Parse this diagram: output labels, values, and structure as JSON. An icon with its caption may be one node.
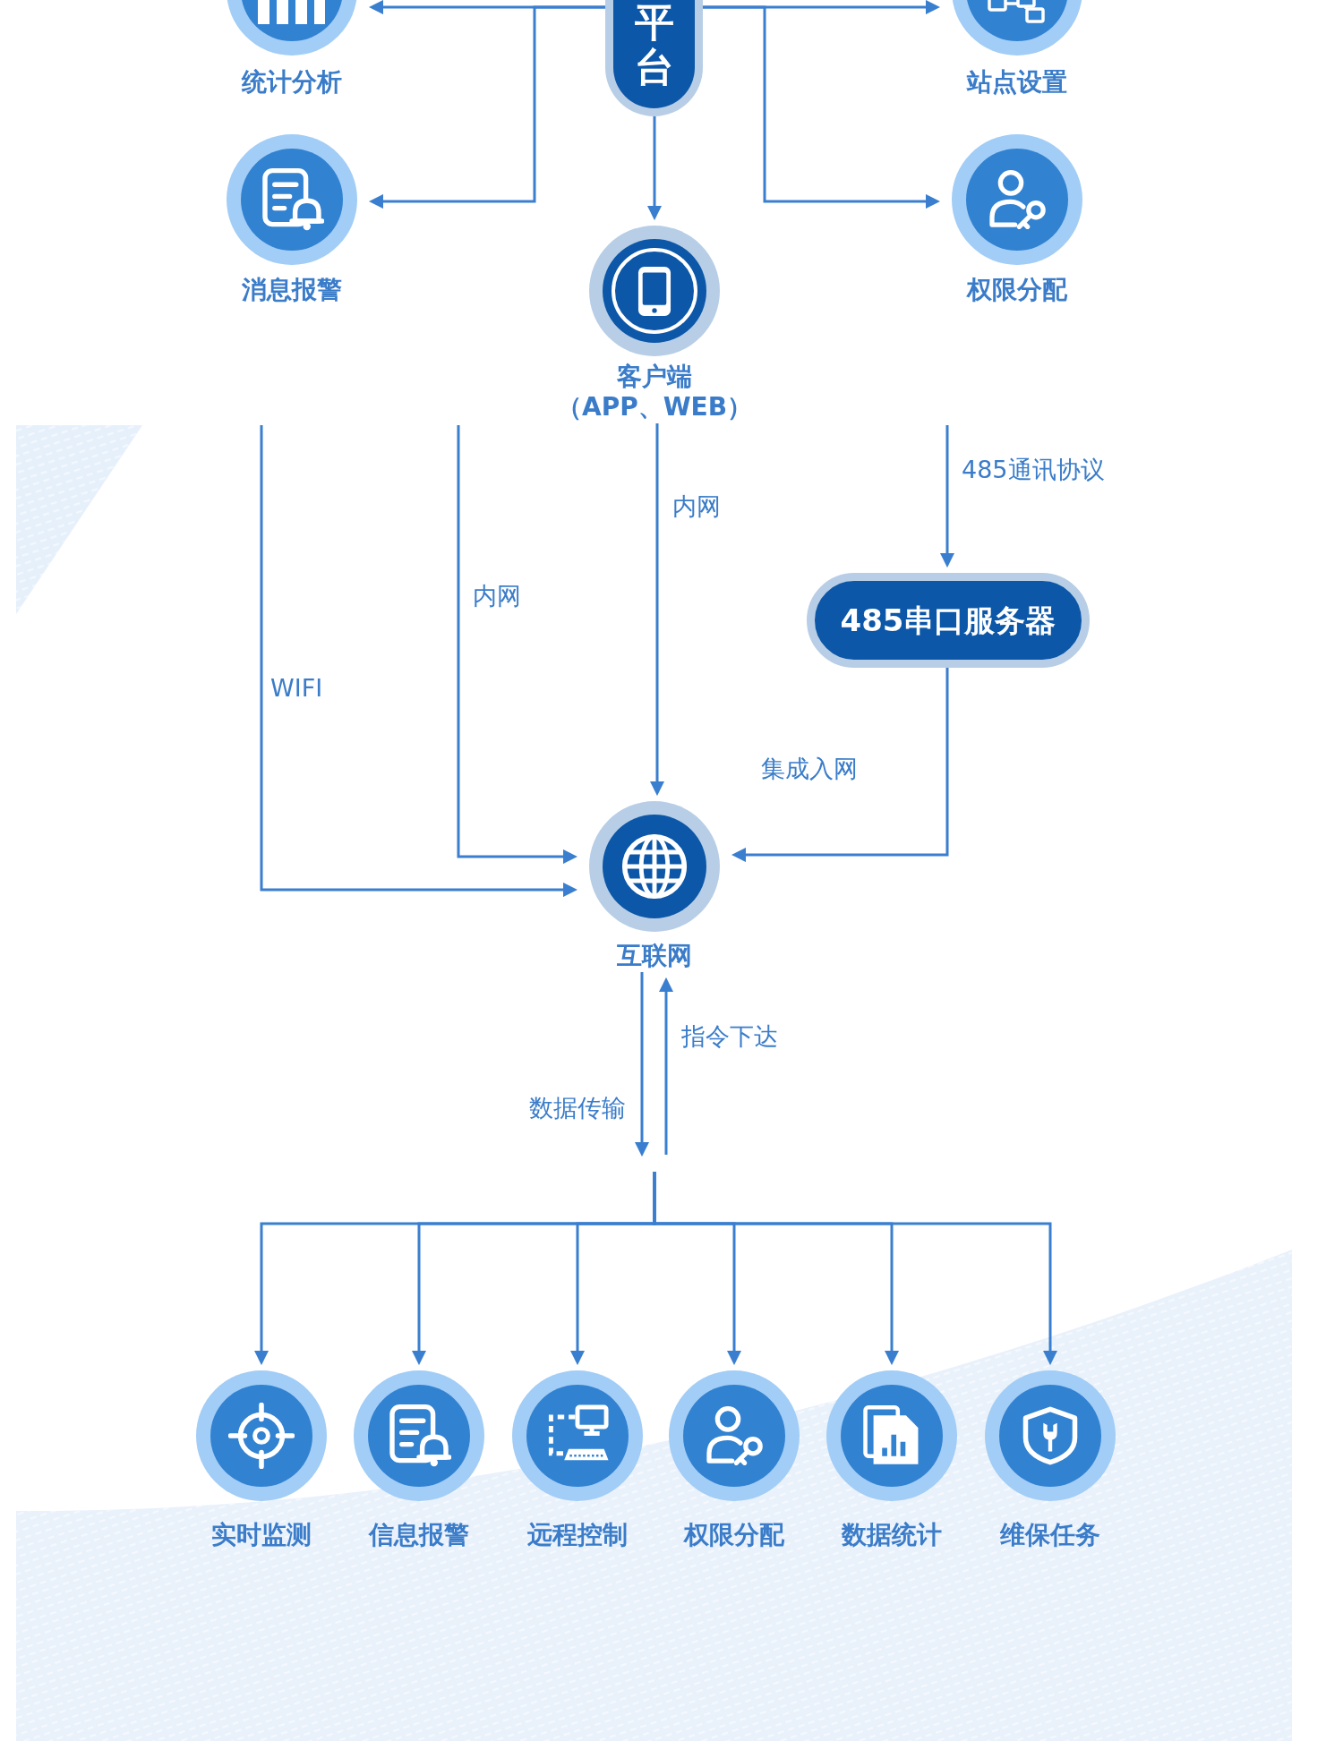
{
  "diagram": {
    "nodes": [
      {
        "text": [
          "平台"
        ]
      },
      {
        "text": [
          "统计分析"
        ]
      },
      {
        "text": [
          "站点设置"
        ]
      },
      {
        "text": [
          "消息报警"
        ]
      },
      {
        "text": [
          "权限分配"
        ]
      },
      {
        "text": [
          "客户端",
          "（APP、WEB）"
        ]
      },
      {
        "text": [
          "485串口服务器"
        ]
      },
      {
        "text": [
          "互联网"
        ]
      },
      {
        "text": [
          "实时监测"
        ]
      },
      {
        "text": [
          "信息报警"
        ]
      },
      {
        "text": [
          "远程控制"
        ]
      },
      {
        "text": [
          "权限分配"
        ]
      },
      {
        "text": [
          "数据统计"
        ]
      },
      {
        "text": [
          "维保任务"
        ]
      }
    ],
    "edges": [
      {
        "from": 0,
        "to": 1,
        "arrow": "to"
      },
      {
        "from": 0,
        "to": 3,
        "arrow": "to"
      },
      {
        "from": 0,
        "to": 5,
        "arrow": "to"
      },
      {
        "from": 0,
        "to": 2,
        "arrow": "to"
      },
      {
        "from": 0,
        "to": 4,
        "arrow": "to"
      },
      {
        "from": null,
        "to": 7,
        "arrow": "to",
        "label": "WIFI"
      },
      {
        "from": null,
        "to": 7,
        "arrow": "to",
        "label": "内网"
      },
      {
        "from": 5,
        "to": 7,
        "arrow": "to",
        "label": "内网"
      },
      {
        "from": null,
        "to": 6,
        "arrow": "to",
        "label": "485通讯协议"
      },
      {
        "from": 6,
        "to": 7,
        "arrow": "to",
        "label": "集成入网"
      },
      {
        "from": 7,
        "to": null,
        "arrow": "to",
        "label": "数据传输"
      },
      {
        "from": null,
        "to": 7,
        "arrow": "to",
        "label": "指令下达"
      },
      {
        "from": null,
        "to": 8,
        "arrow": "to"
      },
      {
        "from": null,
        "to": 9,
        "arrow": "to"
      },
      {
        "from": null,
        "to": 10,
        "arrow": "to"
      },
      {
        "from": null,
        "to": 11,
        "arrow": "to"
      },
      {
        "from": null,
        "to": 12,
        "arrow": "to"
      },
      {
        "from": null,
        "to": 13,
        "arrow": "to"
      }
    ]
  }
}
